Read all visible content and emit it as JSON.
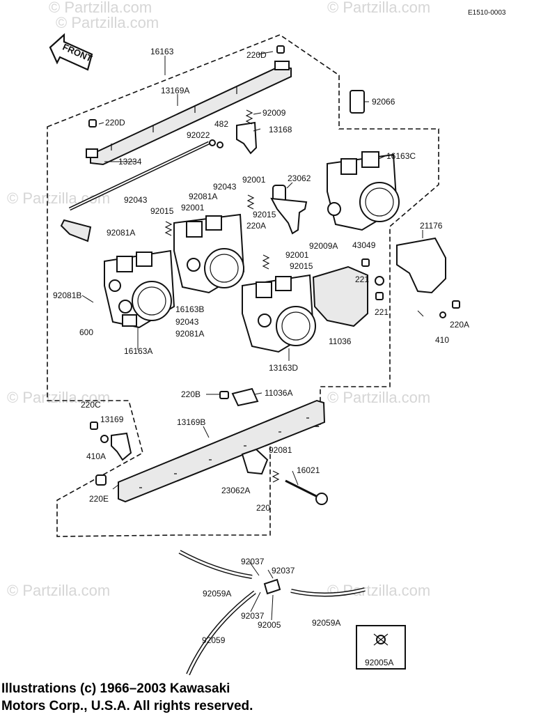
{
  "diagram_ref": "E1510-0003",
  "front_label": "FRONT",
  "watermark": "© Partzilla.com",
  "copyright_line1": "Illustrations (c) 1966–2003 Kawasaki",
  "copyright_line2": "Motors Corp., U.S.A.  All rights reserved.",
  "labels": {
    "l16163": "16163",
    "l220D_top": "220D",
    "l13169A": "13169A",
    "l220D_left": "220D",
    "l92009": "92009",
    "l92022": "92022",
    "l482": "482",
    "l13168": "13168",
    "l92066": "92066",
    "l16163C": "16163C",
    "l13234": "13234",
    "l23062": "23062",
    "l92001_a": "92001",
    "l92043_a": "92043",
    "l92043_b": "92043",
    "l92081A_a": "92081A",
    "l92001_b": "92001",
    "l92015_a": "92015",
    "l92015_b": "92015",
    "l220A_a": "220A",
    "l92081A_b": "92081A",
    "l92009A": "92009A",
    "l43049": "43049",
    "l21176": "21176",
    "l92001_c": "92001",
    "l92015_c": "92015",
    "l221_a": "221",
    "l92081B": "92081B",
    "l16163B": "16163B",
    "l221_b": "221",
    "l92043_c": "92043",
    "l92081A_c": "92081A",
    "l220A_b": "220A",
    "l600": "600",
    "l11036": "11036",
    "l410": "410",
    "l16163A": "16163A",
    "l13163D": "13163D",
    "l220B": "220B",
    "l11036A": "11036A",
    "l220C": "220C",
    "l13169": "13169",
    "l13169B": "13169B",
    "l410A": "410A",
    "l92081": "92081",
    "l16021": "16021",
    "l23062A": "23062A",
    "l220": "220",
    "l220E": "220E",
    "l92037_a": "92037",
    "l92037_b": "92037",
    "l92059A_a": "92059A",
    "l92037_c": "92037",
    "l92005": "92005",
    "l92059A_b": "92059A",
    "l92059": "92059",
    "l92005A": "92005A"
  }
}
